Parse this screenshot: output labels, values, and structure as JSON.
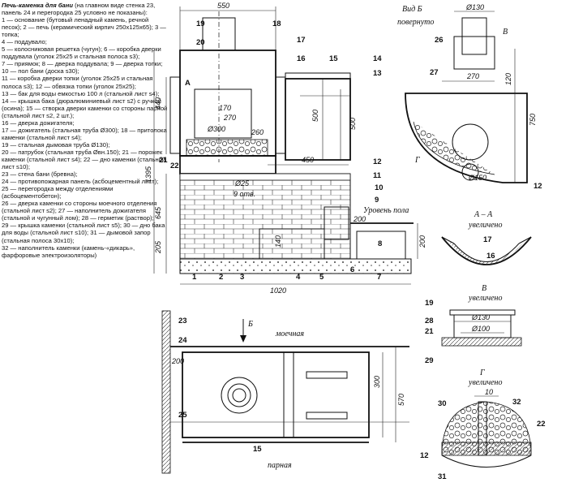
{
  "legend": {
    "title": "Печь-каменка для бани",
    "title_note": "(на главном виде стенка 23, панель 24 и перегородка 25 условно не показаны):",
    "items": [
      "1 — основание (бутовый ленадный камень, речной песок); 2 — печь (керамический кирпич 250х125х65); 3 — топка;",
      "4 — поддувало;",
      "5 — колосниковая решетка (чугун); 6 — коробка дверки поддувала (уголок 25х25 и стальная полоса s3);",
      "7 — приямок; 8 — дверка поддувала; 9 — дверка топки;",
      "10 — пол бани (доска s30);",
      "11 — коробка дверки топки (уголок 25х25 и стальная полоса s3); 12 — обвязка топки (уголок 25х25);",
      "13 — бак для воды емкостью 100 л (стальной лист s4);",
      "14 — крышка бака (дюралюминиевый лист s2) с ручкой (осина); 15 — створка дверки каменки со стороны парной (стальной лист s2, 2 шт.);",
      "16 — дверка дожигателя;",
      "17 — дожигатель (стальная труба Ø300); 18 — притолока каменки (стальной лист s4);",
      "19 — стальная дымовая труба Ø130);",
      "20 — патрубок (стальная труба Øвн.150); 21 — порожек каменки (стальной лист s4); 22 — дно каменки (стальной лист s10);",
      "23 — стена бани (бревна);",
      "24 — противопожарная панель (асбоцементный лист);",
      "25 — перегородка между отделениями (асбоцементобетон);",
      "26 — дверка каменки со стороны моечного отделения (стальной лист s2); 27 — наполнитель дожигателя (стальной и чугунный лом); 28 — герметик (раствор);",
      "29 — крышка каменки (стальной лист s5); 30 — дно бака для воды (стальной лист s10); 31 — дымовой запор (стальная полоса 30х10);",
      "32 — наполнитель каменки (камень-«дикарь», фарфоровые электроизоляторы)"
    ]
  },
  "main_view": {
    "dims": {
      "top_width": "550",
      "height_440": "440",
      "height_1395": "1395",
      "height_645": "645",
      "height_205": "205",
      "width_1020": "1020",
      "d300": "Ø300",
      "d25": "Ø25",
      "holes": "9 отв.",
      "w170": "170",
      "w270": "270",
      "h500a": "500",
      "h500b": "500",
      "w260": "260",
      "w450": "450",
      "w200": "200",
      "h140": "140",
      "h200": "200",
      "section_a": "А"
    },
    "floor_label": "Уровень пола",
    "callouts": [
      "1",
      "2",
      "3",
      "4",
      "5",
      "6",
      "7",
      "8",
      "9",
      "10",
      "11",
      "12",
      "13",
      "14",
      "15",
      "16",
      "17",
      "18",
      "19",
      "20",
      "21",
      "22"
    ]
  },
  "view_b": {
    "title": "Вид Б",
    "subtitle": "повернуто",
    "dims": {
      "d130": "Ø130",
      "w270": "270",
      "h120": "120",
      "h750": "750",
      "d150": "Ø150"
    },
    "callouts": [
      "26",
      "27",
      "12"
    ],
    "letters": {
      "v": "В",
      "g": "Г"
    }
  },
  "section_aa": {
    "title": "А – А",
    "subtitle": "увеличено",
    "callouts": [
      "17",
      "16"
    ]
  },
  "detail_v": {
    "title": "В",
    "subtitle": "увеличено",
    "dims": {
      "d130": "Ø130",
      "d100": "Ø100"
    },
    "callouts": [
      "19",
      "28",
      "21",
      "29"
    ]
  },
  "detail_g": {
    "title": "Г",
    "subtitle": "увеличено",
    "dims": {
      "w10": "10"
    },
    "callouts": [
      "30",
      "32",
      "22",
      "12",
      "31"
    ]
  },
  "plan_view": {
    "label_top": "моечная",
    "label_bottom": "парная",
    "arrow": "Б",
    "dims": {
      "w200": "200",
      "h300": "300",
      "h570": "570"
    },
    "callouts": [
      "23",
      "24",
      "25",
      "15"
    ]
  }
}
